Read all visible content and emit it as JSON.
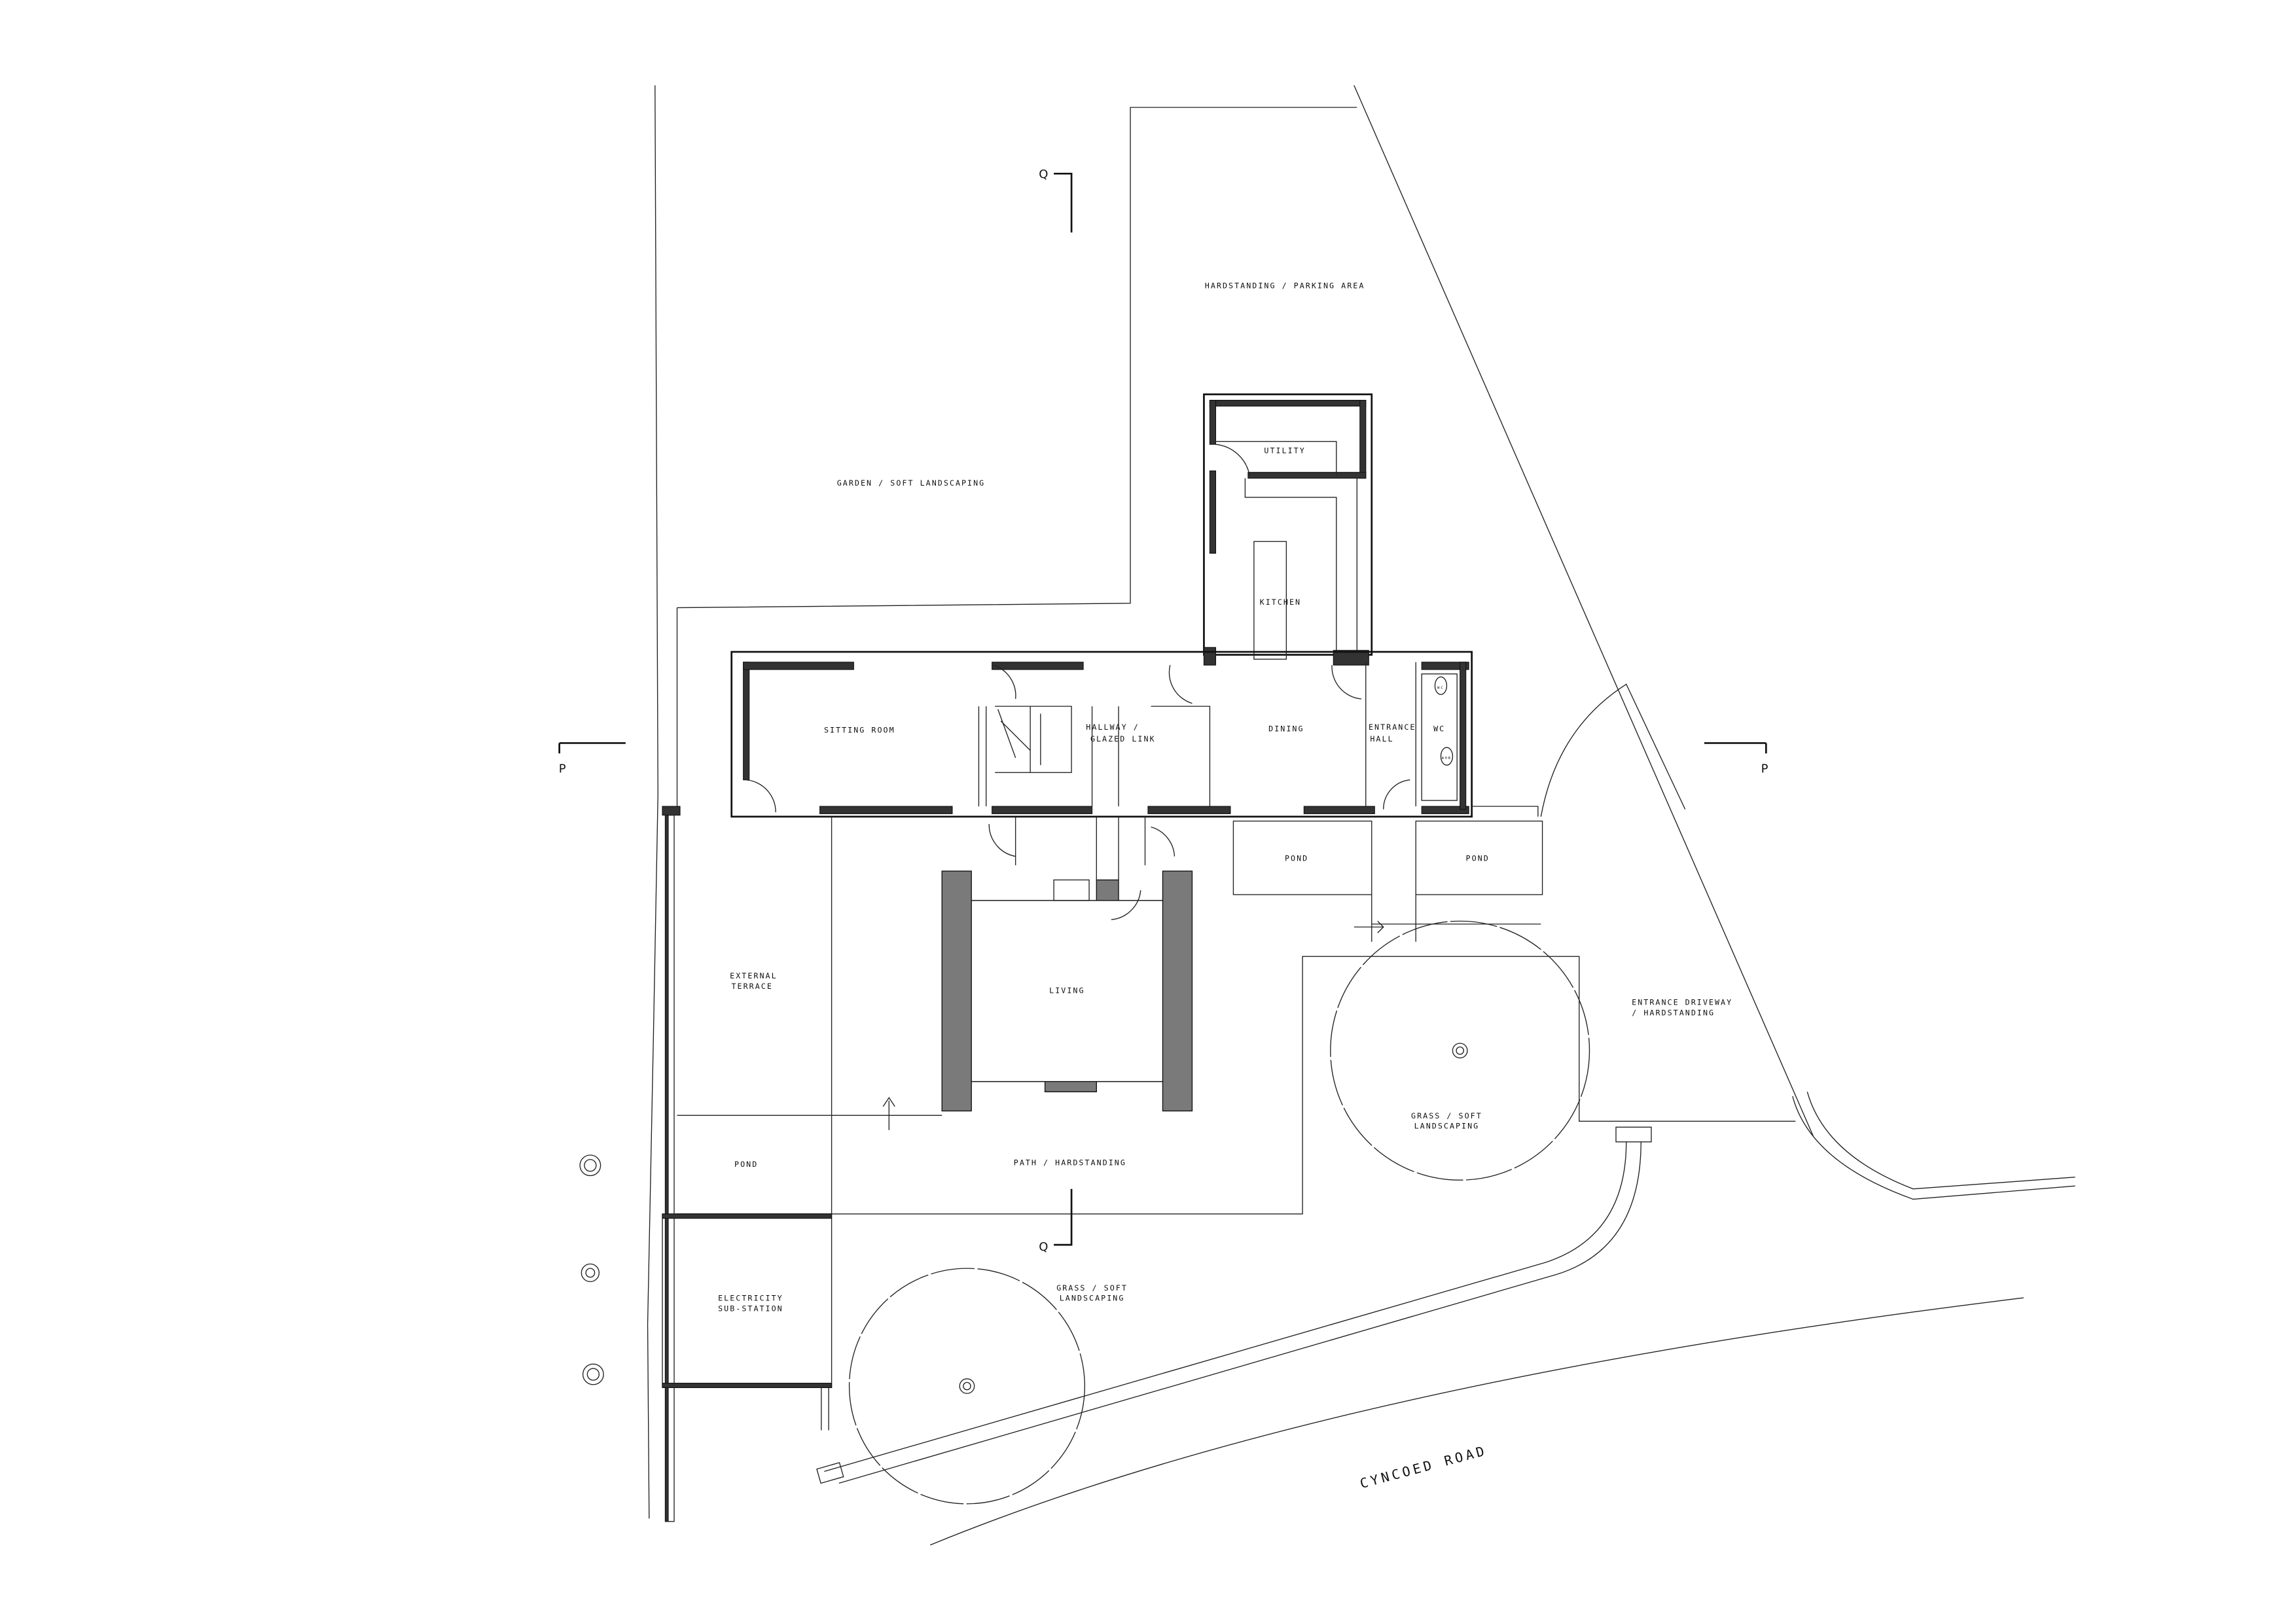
{
  "drawing": {
    "type": "site / ground floor plan",
    "line_color": "#222222",
    "wall_fill": "#7a7a7a"
  },
  "labels": {
    "parking": "HARDSTANDING / PARKING AREA",
    "garden": "GARDEN / SOFT LANDSCAPING",
    "utility": "UTILITY",
    "kitchen": "KITCHEN",
    "sitting_room": "SITTING ROOM",
    "hallway_1": "HALLWAY /",
    "hallway_2": "GLAZED LINK",
    "dining": "DINING",
    "entrance_1": "ENTRANCE",
    "entrance_2": "HALL",
    "wc": "WC",
    "pond_1": "POND",
    "pond_2": "POND",
    "pond_3": "POND",
    "living": "LIVING",
    "terrace_1": "EXTERNAL",
    "terrace_2": "TERRACE",
    "driveway_1": "ENTRANCE DRIVEWAY",
    "driveway_2": "/ HARDSTANDING",
    "grass_east_1": "GRASS / SOFT",
    "grass_east_2": "LANDSCAPING",
    "path": "PATH / HARDSTANDING",
    "substation_1": "ELECTRICITY",
    "substation_2": "SUB-STATION",
    "grass_south_1": "GRASS / SOFT",
    "grass_south_2": "LANDSCAPING",
    "road": "CYNCOED ROAD",
    "wc_fixture": "WC",
    "whb_fixture": "WHB"
  },
  "section_markers": {
    "p_left": "P",
    "p_right": "P",
    "q_top": "Q",
    "q_bottom": "Q"
  }
}
